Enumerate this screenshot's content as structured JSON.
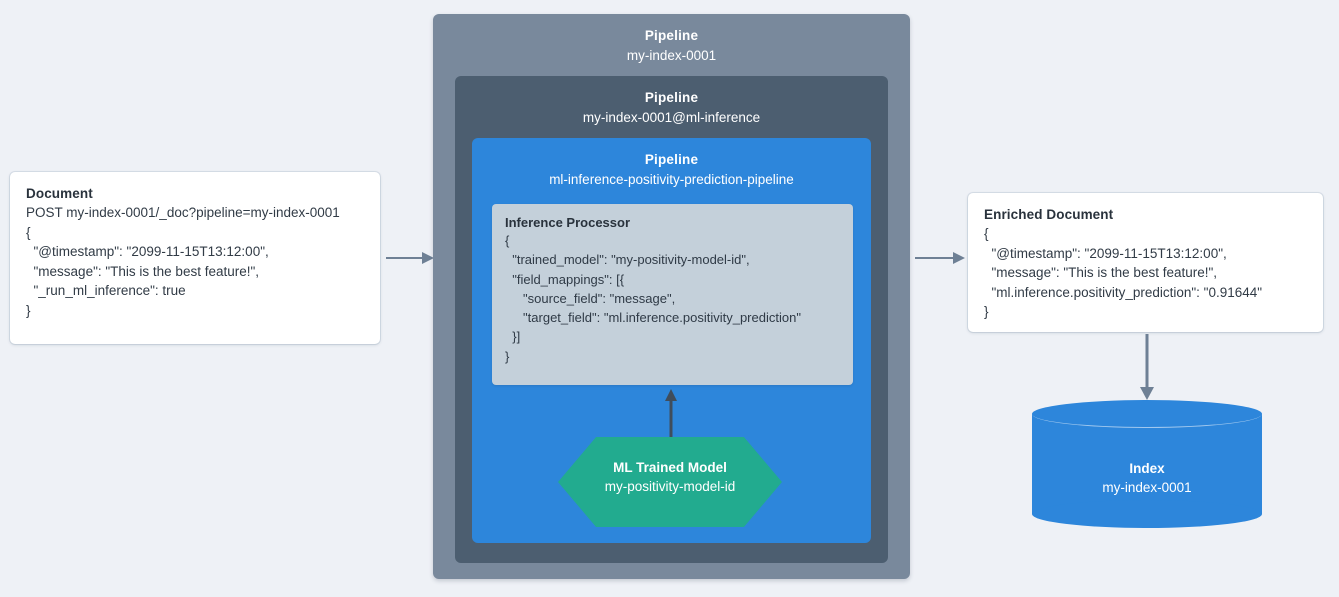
{
  "theme": {
    "background": "#eef1f6",
    "pipeline_outer": "#79899c",
    "pipeline_mid": "#4c5e70",
    "pipeline_inner": "#2d86db",
    "processor_panel": "#c4d0da",
    "model_green": "#22ab8f",
    "index_blue": "#2d86db",
    "arrow_gray": "#6e8095",
    "text_dark": "#2f3a46",
    "card_white": "#ffffff"
  },
  "input_document": {
    "title": "Document",
    "lines": [
      "POST my-index-0001/_doc?pipeline=my-index-0001",
      "{",
      "  \"@timestamp\": \"2099-11-15T13:12:00\",",
      "  \"message\": \"This is the best feature!\",",
      "  \"_run_ml_inference\": true",
      "}"
    ]
  },
  "pipelines": {
    "outer": {
      "label": "Pipeline",
      "name": "my-index-0001"
    },
    "middle": {
      "label": "Pipeline",
      "name": "my-index-0001@ml-inference"
    },
    "inner": {
      "label": "Pipeline",
      "name": "ml-inference-positivity-prediction-pipeline"
    }
  },
  "processor": {
    "title": "Inference Processor",
    "lines": [
      "{",
      "  \"trained_model\": \"my-positivity-model-id\",",
      "  \"field_mappings\": [{",
      "     \"source_field\": \"message\",",
      "     \"target_field\": \"ml.inference.positivity_prediction\"",
      "  }]",
      "}"
    ]
  },
  "trained_model": {
    "title": "ML Trained Model",
    "name": "my-positivity-model-id"
  },
  "enriched_document": {
    "title": "Enriched Document",
    "lines": [
      "{",
      "  \"@timestamp\": \"2099-11-15T13:12:00\",",
      "  \"message\": \"This is the best feature!\",",
      "  \"ml.inference.positivity_prediction\": \"0.91644\"",
      "}"
    ]
  },
  "index": {
    "title": "Index",
    "name": "my-index-0001"
  },
  "arrows": {
    "doc_to_pipeline": "arrow-right",
    "pipeline_to_enriched": "arrow-right",
    "model_to_processor": "arrow-up",
    "enriched_to_index": "arrow-down"
  }
}
